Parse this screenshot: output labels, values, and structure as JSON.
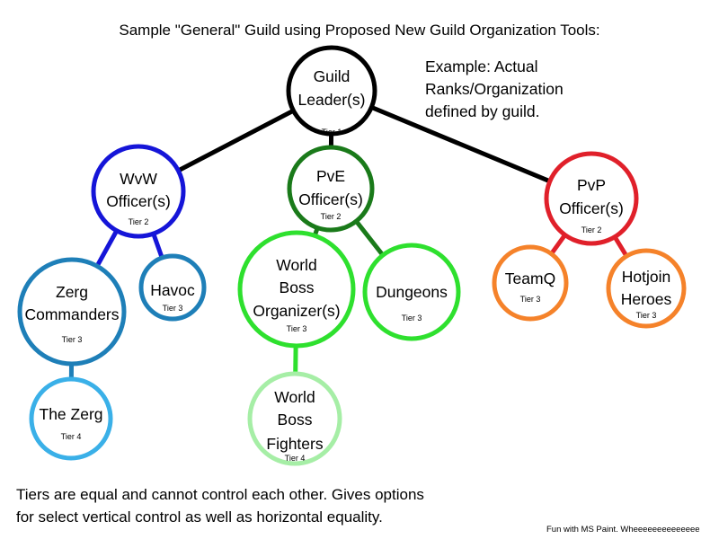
{
  "header": {
    "title": "Sample \"General\" Guild using Proposed New Guild Organization Tools:"
  },
  "example_note": {
    "lines": [
      "Example: Actual",
      "Ranks/Organization",
      "defined by guild."
    ]
  },
  "footer": {
    "lines": [
      "Tiers are equal and cannot control each other. Gives options",
      "for select vertical control as well as horizontal equality."
    ],
    "credit": "Fun with MS Paint. Wheeeeeeeeeeeeee"
  },
  "nodes": [
    {
      "id": "guild-leader",
      "lines": [
        "Guild",
        "Leader(s)"
      ],
      "tier": "Tier 1",
      "color": "#000000"
    },
    {
      "id": "wvw-officer",
      "lines": [
        "WvW",
        "Officer(s)"
      ],
      "tier": "Tier 2",
      "color": "#1515d8"
    },
    {
      "id": "pve-officer",
      "lines": [
        "PvE",
        "Officer(s)"
      ],
      "tier": "Tier 2",
      "color": "#1a7a1a"
    },
    {
      "id": "pvp-officer",
      "lines": [
        "PvP",
        "Officer(s)"
      ],
      "tier": "Tier 2",
      "color": "#e0202a"
    },
    {
      "id": "zerg-commanders",
      "lines": [
        "Zerg",
        "Commanders"
      ],
      "tier": "Tier 3",
      "color": "#1e7fb8"
    },
    {
      "id": "havoc",
      "lines": [
        "Havoc"
      ],
      "tier": "Tier 3",
      "color": "#1e7fb8"
    },
    {
      "id": "world-boss-organizer",
      "lines": [
        "World",
        "Boss",
        "Organizer(s)"
      ],
      "tier": "Tier 3",
      "color": "#2ee02e"
    },
    {
      "id": "dungeons",
      "lines": [
        "Dungeons"
      ],
      "tier": "Tier 3",
      "color": "#2ee02e"
    },
    {
      "id": "teamq",
      "lines": [
        "TeamQ"
      ],
      "tier": "Tier 3",
      "color": "#f5822a"
    },
    {
      "id": "hotjoin-heroes",
      "lines": [
        "Hotjoin",
        "Heroes"
      ],
      "tier": "Tier 3",
      "color": "#f5822a"
    },
    {
      "id": "the-zerg",
      "lines": [
        "The Zerg"
      ],
      "tier": "Tier 4",
      "color": "#3ab0e8"
    },
    {
      "id": "world-boss-fighters",
      "lines": [
        "World",
        "Boss",
        "Fighters"
      ],
      "tier": "Tier 4",
      "color": "#a6eea6"
    }
  ],
  "edges": [
    {
      "from": "guild-leader",
      "to": "wvw-officer",
      "color": "#000000"
    },
    {
      "from": "guild-leader",
      "to": "pve-officer",
      "color": "#000000"
    },
    {
      "from": "guild-leader",
      "to": "pvp-officer",
      "color": "#000000"
    },
    {
      "from": "wvw-officer",
      "to": "zerg-commanders",
      "color": "#1515d8"
    },
    {
      "from": "wvw-officer",
      "to": "havoc",
      "color": "#1515d8"
    },
    {
      "from": "pve-officer",
      "to": "world-boss-organizer",
      "color": "#1a7a1a"
    },
    {
      "from": "pve-officer",
      "to": "dungeons",
      "color": "#1a7a1a"
    },
    {
      "from": "pvp-officer",
      "to": "teamq",
      "color": "#e0202a"
    },
    {
      "from": "pvp-officer",
      "to": "hotjoin-heroes",
      "color": "#e0202a"
    },
    {
      "from": "zerg-commanders",
      "to": "the-zerg",
      "color": "#1e7fb8"
    },
    {
      "from": "world-boss-organizer",
      "to": "world-boss-fighters",
      "color": "#2ee02e"
    }
  ]
}
